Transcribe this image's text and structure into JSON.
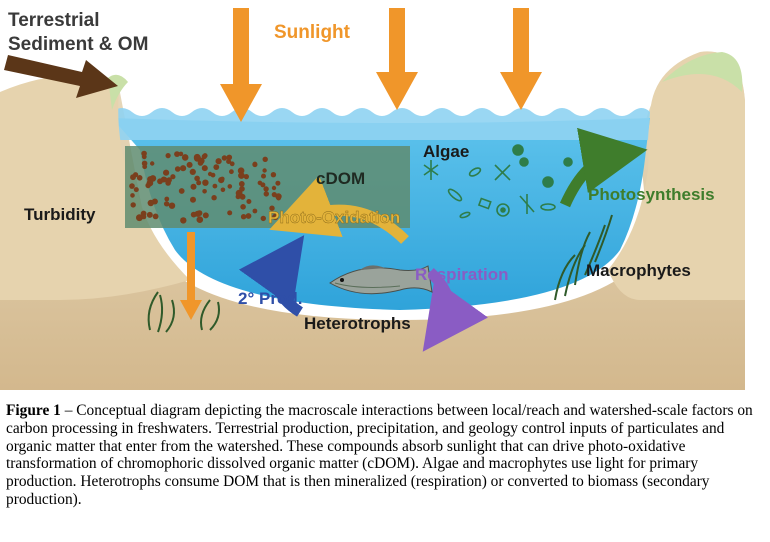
{
  "labels": {
    "terrestrial_line1": "Terrestrial",
    "terrestrial_line2": "Sediment & OM",
    "sunlight": "Sunlight",
    "cdom": "cDOM",
    "photo_oxidation": "Photo-Oxidation",
    "algae": "Algae",
    "photosynthesis": "Photosynthesis",
    "turbidity": "Turbidity",
    "macrophytes": "Macrophytes",
    "respiration": "Respiration",
    "secondary_production": "2° Prod.",
    "heterotrophs": "Heterotrophs"
  },
  "caption": {
    "figure_label": "Figure 1",
    "text": " – Conceptual diagram depicting the macroscale interactions between local/reach and watershed-scale factors on carbon processing in freshwaters. Terrestrial production, precipitation, and geology control inputs of particulates and organic matter  that enter from the watershed. These compounds absorb sunlight that can drive photo-oxidative transformation of chromophoric dissolved organic matter (cDOM). Algae and macrophytes use light for primary production. Heterotrophs consume DOM that is then mineralized (respiration) or converted to biomass (secondary production)."
  },
  "colors": {
    "sky": "#ffffff",
    "water": "#49b8e6",
    "water_surface": "#8fd3f2",
    "sediment": "#dcc7a3",
    "bank_grass": "#c9e0a8",
    "terrestrial_arrow": "#5b3618",
    "sunlight_arrow": "#f0962a",
    "photo_oxidation_arrow": "#e3b33a",
    "photosynthesis_arrow": "#3f7d2c",
    "respiration_arrow": "#8a5cc4",
    "secondary_prod_arrow": "#2f4fa8",
    "cdom_box": "#5f8c70",
    "particles": "#7a3f1d"
  },
  "icons": [
    "fish-icon",
    "algae-cell-icon",
    "macrophyte-icon"
  ]
}
